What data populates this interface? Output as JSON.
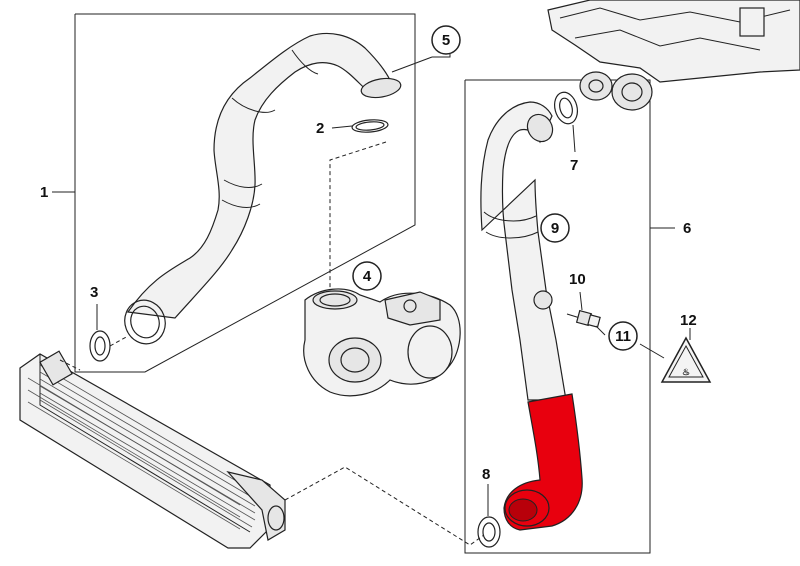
{
  "callouts": {
    "c1": "1",
    "c2": "2",
    "c3": "3",
    "c4": "4",
    "c5": "5",
    "c6": "6",
    "c7": "7",
    "c8": "8",
    "c9": "9",
    "c10": "10",
    "c11": "11",
    "c12": "12"
  },
  "colors": {
    "highlight": "#e8000e",
    "line": "#222222"
  }
}
